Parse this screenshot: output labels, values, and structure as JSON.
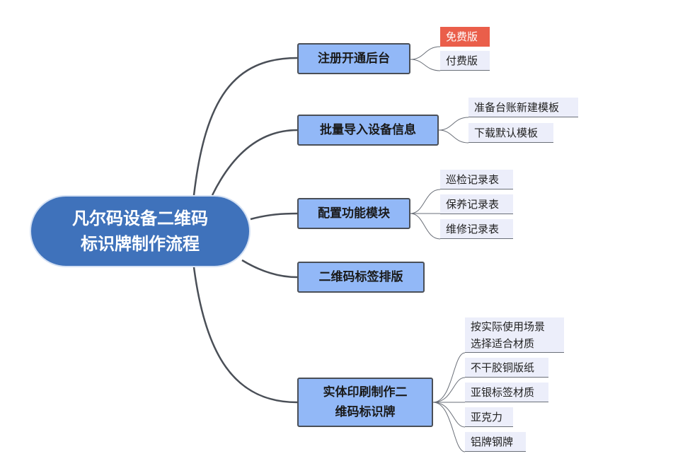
{
  "root": {
    "line1": "凡尔码设备二维码",
    "line2": "标识牌制作流程"
  },
  "branches": [
    {
      "label": "注册开通后台",
      "children": [
        "免费版",
        "付费版"
      ]
    },
    {
      "label": "批量导入设备信息",
      "children": [
        "准备台账新建模板",
        "下载默认模板"
      ]
    },
    {
      "label": "配置功能模块",
      "children": [
        "巡检记录表",
        "保养记录表",
        "维修记录表"
      ]
    },
    {
      "label": "二维码标签排版",
      "children": []
    },
    {
      "label_line1": "实体印刷制作二",
      "label_line2": "维码标识牌",
      "children": [
        {
          "line1": "按实际使用场景",
          "line2": "选择适合材质"
        },
        "不干胶铜版纸",
        "亚银标签材质",
        "亚克力",
        "铝牌钢牌"
      ]
    }
  ],
  "colors": {
    "root": "#3f72bb",
    "branch": "#92b8f7",
    "leaf": "#eceefa",
    "highlight": "#ea5e4a",
    "line": "#4a4f57"
  }
}
